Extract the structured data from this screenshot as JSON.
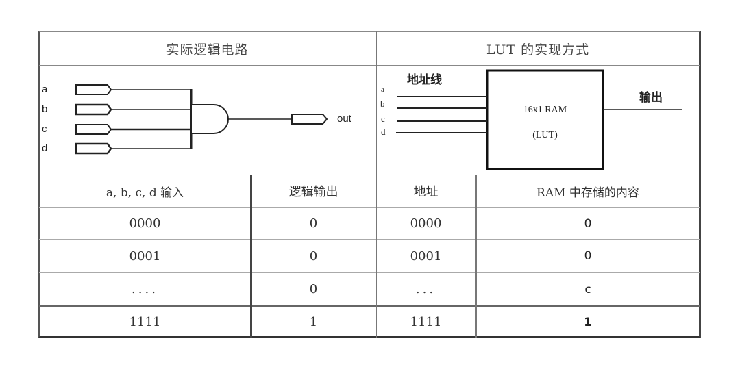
{
  "left_panel": {
    "title": "实际逻辑电路",
    "circuit": {
      "inputs": [
        "a",
        "b",
        "c",
        "d"
      ],
      "gate": "AND",
      "output_label": "out"
    }
  },
  "right_panel": {
    "title": "LUT 的实现方式",
    "address_lines_label": "地址线",
    "inputs": [
      "a",
      "b",
      "c",
      "d"
    ],
    "ram_line1": "16x1 RAM",
    "ram_line2": "(LUT)",
    "output_label": "输出"
  },
  "table": {
    "headers": [
      "a, b, c, d 输入",
      "逻辑输出",
      "地址",
      "RAM 中存储的内容"
    ],
    "rows": [
      [
        "0000",
        "0",
        "0000",
        "0"
      ],
      [
        "0001",
        "0",
        "0001",
        "0"
      ],
      [
        "....",
        "0",
        "...",
        "c"
      ],
      [
        "1111",
        "1",
        "1111",
        "1"
      ]
    ]
  }
}
